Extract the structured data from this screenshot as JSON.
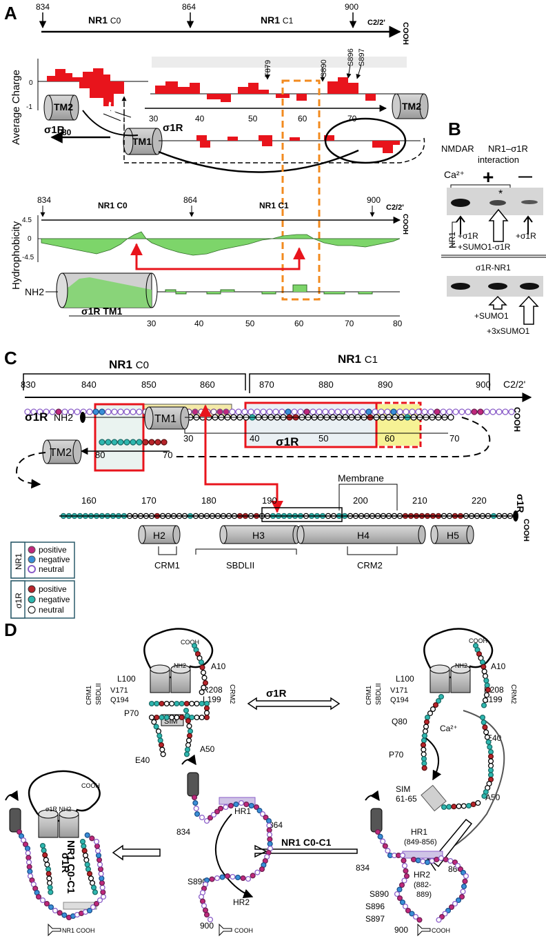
{
  "panelA": {
    "label": "A",
    "axis_ticks": [
      "834",
      "864",
      "900"
    ],
    "region_c0": "NR1",
    "region_c0_sub": "C0",
    "region_c1": "NR1",
    "region_c1_sub": "C1",
    "c22": "C2/2'",
    "cooh": "COOH",
    "ylabel_charge": "Average Charge",
    "charge_ticks": [
      "0",
      "-1"
    ],
    "phospho_sites": [
      "T879",
      "S890",
      "S896",
      "S897"
    ],
    "tm2": "TM2",
    "tm1": "TM1",
    "sigma_label": "σ1R",
    "num80": "80",
    "charge_xticks": [
      "30",
      "40",
      "50",
      "60",
      "70"
    ],
    "hydro_ticks_top": [
      "834",
      "864",
      "900"
    ],
    "hydro_c0": "NR1 C0",
    "hydro_c1": "NR1 C1",
    "ylabel_hydro": "Hydrophobicity",
    "hydro_yticks": [
      "4.5",
      "0",
      "-4.5"
    ],
    "nh2": "NH2",
    "tm1_label": "σ1R TM1",
    "hydro_xticks": [
      "30",
      "40",
      "50",
      "60",
      "70",
      "80"
    ]
  },
  "panelB": {
    "label": "B",
    "title1": "NMDAR",
    "title2": "NR1–σ1R",
    "title3": "interaction",
    "ca": "Ca²⁺",
    "plus": "+",
    "minus": "—",
    "star": "*",
    "nr1": "NR1",
    "lane1": "+σ1R",
    "lane2": "+SUMO1-σ1R",
    "lane3": "+σ1R",
    "sub_title": "σ1R-NR1",
    "lane4": "+SUMO1",
    "lane5": "+3xSUMO1"
  },
  "panelC": {
    "label": "C",
    "c0": "NR1",
    "c0_sub": "C0",
    "c1": "NR1",
    "c1_sub": "C1",
    "ticks": [
      "830",
      "840",
      "850",
      "860",
      "870",
      "880",
      "890",
      "900"
    ],
    "c22": "C2/2'",
    "cooh": "COOH",
    "sigma_nh2": "σ1R",
    "nh2": "NH2",
    "tm1": "TM1",
    "tm2": "TM2",
    "sigma_mid": "σ1R",
    "row2_ticks": [
      "30",
      "40",
      "50",
      "60",
      "70"
    ],
    "row3_ticks": [
      "80",
      "70"
    ],
    "membrane": "Membrane",
    "bottom_ticks": [
      "160",
      "170",
      "180",
      "190",
      "200",
      "210",
      "220"
    ],
    "sigma_right": "σ1R",
    "cooh_right": "COOH",
    "helices": [
      "H2",
      "H3",
      "H4",
      "H5"
    ],
    "crm1": "CRM1",
    "sbdlii": "SBDLII",
    "crm2": "CRM2",
    "legend_nr1": "NR1",
    "legend_sig": "σ1R",
    "legend_items": [
      "positive",
      "negative",
      "neutral"
    ],
    "colors": {
      "nr1_pos": "#c0287c",
      "nr1_neg": "#3a8fd8",
      "nr1_neu": "#8a5cc8",
      "sig_pos": "#b8242a",
      "sig_neg": "#2eb8b0",
      "sig_neu": "#ffffff"
    }
  },
  "panelD": {
    "label": "D",
    "cooh": "COOH",
    "nh2": "NH2",
    "a10": "A10",
    "l100": "L100",
    "v171": "V171",
    "q194": "Q194",
    "r208": "R208",
    "l199": "L199",
    "crm1": "CRM1",
    "sbdlii": "SBDLII",
    "crm2": "CRM2",
    "p70": "P70",
    "sim": "SIM",
    "e40": "E40",
    "a50": "A50",
    "sigma_center": "σ1R",
    "q80": "Q80",
    "ca": "Ca²⁺",
    "sim2": "SIM",
    "sim_range": "61-65",
    "hr1": "HR1",
    "hr1_range": "(849-856)",
    "hr2": "HR2",
    "hr2_range1": "(882-",
    "hr2_range2": "889)",
    "n834": "834",
    "n864": "864",
    "n900": "900",
    "s890": "S890",
    "s896": "S896",
    "s897": "S897",
    "nr1_c0c1": "NR1 C0-C1",
    "sig_nh2_small": "σ1R NH2",
    "complex_label1": "σ1R",
    "complex_label2": "NR1 C0-C1",
    "nr1_cooh": "NR1 COOH"
  }
}
